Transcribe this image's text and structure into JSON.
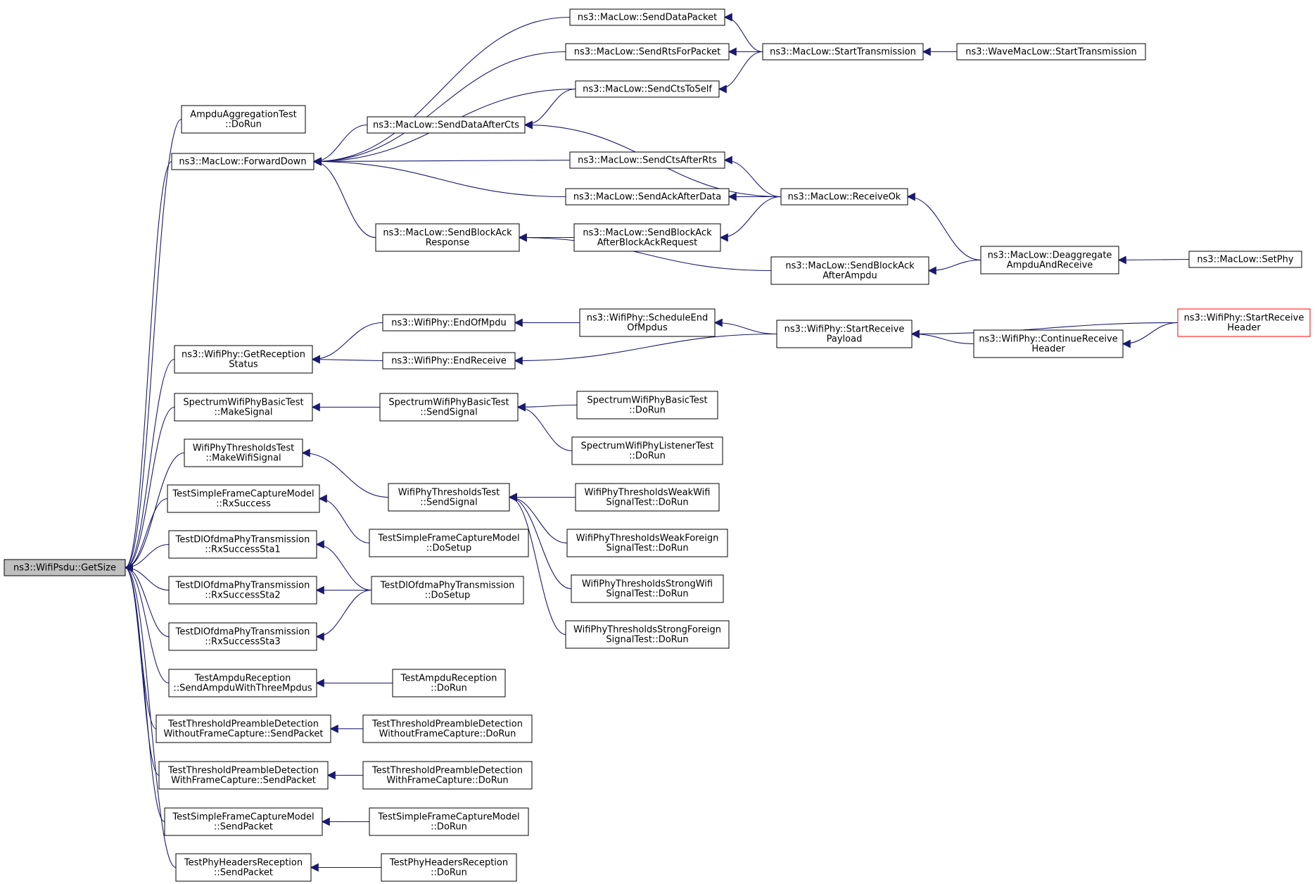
{
  "colors": {
    "edge": "#191970",
    "root_fill": "#bfbfbf",
    "highlight_stroke": "#ff0000"
  },
  "nodes": [
    {
      "id": "root",
      "lines": [
        "ns3::WifiPsdu::GetSize"
      ],
      "kind": "root"
    },
    {
      "id": "ampdu",
      "lines": [
        "AmpduAggregationTest",
        "::DoRun"
      ]
    },
    {
      "id": "fwd",
      "lines": [
        "ns3::MacLow::ForwardDown"
      ]
    },
    {
      "id": "grs",
      "lines": [
        "ns3::WifiPhy::GetReception",
        "Status"
      ]
    },
    {
      "id": "swbms",
      "lines": [
        "SpectrumWifiPhyBasicTest",
        "::MakeSignal"
      ]
    },
    {
      "id": "wtmws",
      "lines": [
        "WifiPhyThresholdsTest",
        "::MakeWifiSignal"
      ]
    },
    {
      "id": "tsfcrx",
      "lines": [
        "TestSimpleFrameCaptureModel",
        "::RxSuccess"
      ]
    },
    {
      "id": "dl1",
      "lines": [
        "TestDlOfdmaPhyTransmission",
        "::RxSuccessSta1"
      ]
    },
    {
      "id": "dl2",
      "lines": [
        "TestDlOfdmaPhyTransmission",
        "::RxSuccessSta2"
      ]
    },
    {
      "id": "dl3",
      "lines": [
        "TestDlOfdmaPhyTransmission",
        "::RxSuccessSta3"
      ]
    },
    {
      "id": "tarsend",
      "lines": [
        "TestAmpduReception",
        "::SendAmpduWithThreeMpdus"
      ]
    },
    {
      "id": "ttpdwo",
      "lines": [
        "TestThresholdPreambleDetection",
        "WithoutFrameCapture::SendPacket"
      ]
    },
    {
      "id": "ttpdw",
      "lines": [
        "TestThresholdPreambleDetection",
        "WithFrameCapture::SendPacket"
      ]
    },
    {
      "id": "tsfcsp",
      "lines": [
        "TestSimpleFrameCaptureModel",
        "::SendPacket"
      ]
    },
    {
      "id": "tphsp",
      "lines": [
        "TestPhyHeadersReception",
        "::SendPacket"
      ]
    },
    {
      "id": "sdac",
      "lines": [
        "ns3::MacLow::SendDataAfterCts"
      ]
    },
    {
      "id": "sbar",
      "lines": [
        "ns3::MacLow::SendBlockAck",
        "Response"
      ]
    },
    {
      "id": "eom",
      "lines": [
        "ns3::WifiPhy::EndOfMpdu"
      ]
    },
    {
      "id": "er",
      "lines": [
        "ns3::WifiPhy::EndReceive"
      ]
    },
    {
      "id": "swbss",
      "lines": [
        "SpectrumWifiPhyBasicTest",
        "::SendSignal"
      ]
    },
    {
      "id": "wtss",
      "lines": [
        "WifiPhyThresholdsTest",
        "::SendSignal"
      ]
    },
    {
      "id": "tsfcds",
      "lines": [
        "TestSimpleFrameCaptureModel",
        "::DoSetup"
      ]
    },
    {
      "id": "dlds",
      "lines": [
        "TestDlOfdmaPhyTransmission",
        "::DoSetup"
      ]
    },
    {
      "id": "tardr",
      "lines": [
        "TestAmpduReception",
        "::DoRun"
      ]
    },
    {
      "id": "ttpdwodr",
      "lines": [
        "TestThresholdPreambleDetection",
        "WithoutFrameCapture::DoRun"
      ]
    },
    {
      "id": "ttpdwdr",
      "lines": [
        "TestThresholdPreambleDetection",
        "WithFrameCapture::DoRun"
      ]
    },
    {
      "id": "tsfcdr",
      "lines": [
        "TestSimpleFrameCaptureModel",
        "::DoRun"
      ]
    },
    {
      "id": "tphdr",
      "lines": [
        "TestPhyHeadersReception",
        "::DoRun"
      ]
    },
    {
      "id": "sdp",
      "lines": [
        "ns3::MacLow::SendDataPacket"
      ]
    },
    {
      "id": "srts",
      "lines": [
        "ns3::MacLow::SendRtsForPacket"
      ]
    },
    {
      "id": "scts",
      "lines": [
        "ns3::MacLow::SendCtsToSelf"
      ]
    },
    {
      "id": "scar",
      "lines": [
        "ns3::MacLow::SendCtsAfterRts"
      ]
    },
    {
      "id": "saad",
      "lines": [
        "ns3::MacLow::SendAckAfterData"
      ]
    },
    {
      "id": "sbaabar",
      "lines": [
        "ns3::MacLow::SendBlockAck",
        "AfterBlockAckRequest"
      ]
    },
    {
      "id": "sbaaa",
      "lines": [
        "ns3::MacLow::SendBlockAck",
        "AfterAmpdu"
      ]
    },
    {
      "id": "seom",
      "lines": [
        "ns3::WifiPhy::ScheduleEnd",
        "OfMpdus"
      ]
    },
    {
      "id": "swbdr",
      "lines": [
        "SpectrumWifiPhyBasicTest",
        "::DoRun"
      ]
    },
    {
      "id": "swldr",
      "lines": [
        "SpectrumWifiPhyListenerTest",
        "::DoRun"
      ]
    },
    {
      "id": "wtwwf",
      "lines": [
        "WifiPhyThresholdsWeakWifi",
        "SignalTest::DoRun"
      ]
    },
    {
      "id": "wtwfo",
      "lines": [
        "WifiPhyThresholdsWeakForeign",
        "SignalTest::DoRun"
      ]
    },
    {
      "id": "wtswf",
      "lines": [
        "WifiPhyThresholdsStrongWifi",
        "SignalTest::DoRun"
      ]
    },
    {
      "id": "wtsfo",
      "lines": [
        "WifiPhyThresholdsStrongForeign",
        "SignalTest::DoRun"
      ]
    },
    {
      "id": "st",
      "lines": [
        "ns3::MacLow::StartTransmission"
      ]
    },
    {
      "id": "rok",
      "lines": [
        "ns3::MacLow::ReceiveOk"
      ]
    },
    {
      "id": "srp",
      "lines": [
        "ns3::WifiPhy::StartReceive",
        "Payload"
      ]
    },
    {
      "id": "wst",
      "lines": [
        "ns3::WaveMacLow::StartTransmission"
      ]
    },
    {
      "id": "dar",
      "lines": [
        "ns3::MacLow::Deaggregate",
        "AmpduAndReceive"
      ]
    },
    {
      "id": "crh",
      "lines": [
        "ns3::WifiPhy::ContinueReceive",
        "Header"
      ]
    },
    {
      "id": "sph",
      "lines": [
        "ns3::MacLow::SetPhy"
      ]
    },
    {
      "id": "srh",
      "lines": [
        "ns3::WifiPhy::StartReceive",
        "Header"
      ],
      "kind": "highlight"
    }
  ],
  "edges": [
    [
      "root",
      "ampdu"
    ],
    [
      "root",
      "fwd"
    ],
    [
      "root",
      "grs"
    ],
    [
      "root",
      "swbms"
    ],
    [
      "root",
      "wtmws"
    ],
    [
      "root",
      "tsfcrx"
    ],
    [
      "root",
      "dl1"
    ],
    [
      "root",
      "dl2"
    ],
    [
      "root",
      "dl3"
    ],
    [
      "root",
      "tarsend"
    ],
    [
      "root",
      "ttpdwo"
    ],
    [
      "root",
      "ttpdw"
    ],
    [
      "root",
      "tsfcsp"
    ],
    [
      "root",
      "tphsp"
    ],
    [
      "fwd",
      "sdp"
    ],
    [
      "fwd",
      "srts"
    ],
    [
      "fwd",
      "scts"
    ],
    [
      "fwd",
      "sdac"
    ],
    [
      "fwd",
      "scar"
    ],
    [
      "fwd",
      "saad"
    ],
    [
      "fwd",
      "sbar"
    ],
    [
      "sdp",
      "st"
    ],
    [
      "srts",
      "st"
    ],
    [
      "scts",
      "st"
    ],
    [
      "st",
      "wst"
    ],
    [
      "sdac",
      "scts"
    ],
    [
      "sdac",
      "rok"
    ],
    [
      "scar",
      "rok"
    ],
    [
      "saad",
      "rok"
    ],
    [
      "sbar",
      "sbaabar"
    ],
    [
      "sbar",
      "sbaaa"
    ],
    [
      "sbaabar",
      "rok"
    ],
    [
      "rok",
      "dar"
    ],
    [
      "sbaaa",
      "dar"
    ],
    [
      "dar",
      "sph"
    ],
    [
      "grs",
      "eom"
    ],
    [
      "grs",
      "er"
    ],
    [
      "eom",
      "seom"
    ],
    [
      "seom",
      "srp"
    ],
    [
      "er",
      "srp"
    ],
    [
      "srp",
      "srh"
    ],
    [
      "srp",
      "crh"
    ],
    [
      "crh",
      "srh"
    ],
    [
      "swbms",
      "swbss"
    ],
    [
      "swbss",
      "swbdr"
    ],
    [
      "swbss",
      "swldr"
    ],
    [
      "wtmws",
      "wtss"
    ],
    [
      "wtss",
      "wtwwf"
    ],
    [
      "wtss",
      "wtwfo"
    ],
    [
      "wtss",
      "wtswf"
    ],
    [
      "wtss",
      "wtsfo"
    ],
    [
      "tsfcrx",
      "tsfcds"
    ],
    [
      "dl1",
      "dlds"
    ],
    [
      "dl2",
      "dlds"
    ],
    [
      "dl3",
      "dlds"
    ],
    [
      "tarsend",
      "tardr"
    ],
    [
      "ttpdwo",
      "ttpdwodr"
    ],
    [
      "ttpdw",
      "ttpdwdr"
    ],
    [
      "tsfcsp",
      "tsfcdr"
    ],
    [
      "tphsp",
      "tphdr"
    ]
  ]
}
